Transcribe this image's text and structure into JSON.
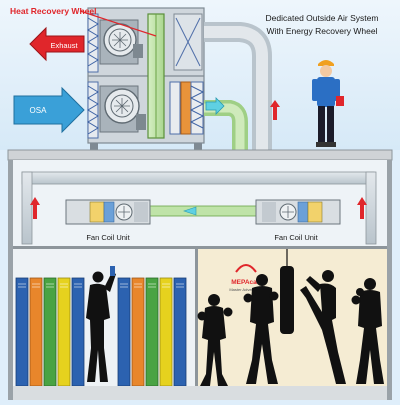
{
  "title_line1": "Dedicated Outside Air System",
  "title_line2": "With Energy Recovery Wheel",
  "labels": {
    "heat_recovery_wheel": "Heat Recovery Wheel",
    "exhaust": "Exhaust",
    "osa": "OSA",
    "fan_coil_left": "Fan Coil Unit",
    "fan_coil_right": "Fan Coil Unit"
  },
  "logo_text": "MEPAcad",
  "logo_subtext": "Master Adventures",
  "colors": {
    "sky": "#dfeefa",
    "duct": "#c9d3da",
    "supply_duct": "#bfe3a8",
    "exhaust_arrow": "#e0262b",
    "osa_arrow": "#3aa0d8",
    "locker_blue": "#2c62b0",
    "locker_orange": "#e8862b",
    "locker_green": "#49a343",
    "locker_yellow": "#e6d21e",
    "silhouette": "#111111",
    "gym_floor": "#f5ecd3"
  }
}
